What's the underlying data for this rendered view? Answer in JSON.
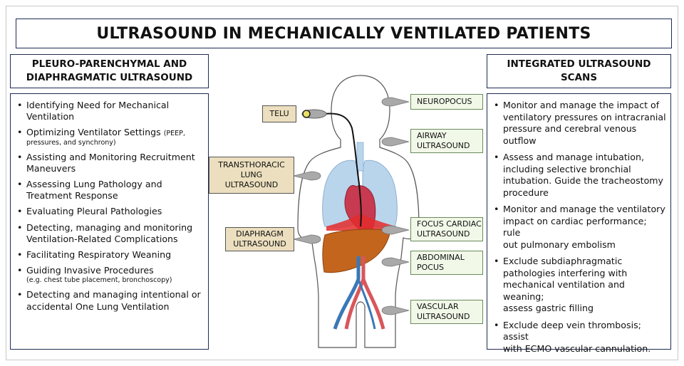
{
  "title": "ULTRASOUND IN MECHANICALLY VENTILATED PATIENTS",
  "left_panel": {
    "heading_lines": [
      "PLEURO-PARENCHYMAL AND",
      "DIAPHRAGMATIC ULTRASOUND"
    ],
    "items": [
      {
        "lines": [
          "Identifying Need for Mechanical",
          "Ventilation"
        ]
      },
      {
        "lines": [
          "Optimizing Ventilator Settings"
        ],
        "note": "(PEEP,",
        "note2": "pressures, and synchrony)"
      },
      {
        "lines": [
          "Assisting and Monitoring Recruitment",
          "Maneuvers"
        ]
      },
      {
        "lines": [
          "Assessing Lung Pathology and",
          "Treatment Response"
        ]
      },
      {
        "lines": [
          "Evaluating Pleural Pathologies"
        ]
      },
      {
        "lines": [
          "Detecting, managing and monitoring",
          "Ventilation-Related Complications"
        ]
      },
      {
        "lines": [
          "Facilitating Respiratory Weaning"
        ]
      },
      {
        "lines": [
          "Guiding Invasive Procedures"
        ],
        "note2": "(e.g. chest tube placement, bronchoscopy)"
      },
      {
        "lines": [
          "Detecting and managing intentional or",
          "accidental One Lung Ventilation"
        ]
      }
    ]
  },
  "right_panel": {
    "heading_lines": [
      "INTEGRATED ULTRASOUND",
      "SCANS"
    ],
    "items": [
      {
        "lines": [
          "Monitor and manage the impact of",
          "ventilatory pressures on intracranial",
          "pressure and cerebral venous",
          "outflow"
        ]
      },
      {
        "lines": [
          "Assess and manage intubation,",
          "including selective bronchial",
          "intubation. Guide the tracheostomy",
          "procedure"
        ]
      },
      {
        "lines": [
          "Monitor and manage the ventilatory",
          "impact on cardiac performance; rule",
          "out pulmonary embolism"
        ]
      },
      {
        "lines": [
          "Exclude subdiaphragmatic",
          "pathologies interfering with",
          "mechanical ventilation and weaning;",
          "assess gastric filling"
        ]
      },
      {
        "lines": [
          "Exclude deep vein thrombosis; assist",
          "with ECMO vascular cannulation."
        ]
      }
    ]
  },
  "diagram_labels": {
    "telu": [
      "TELU"
    ],
    "transthoracic": [
      "TRANSTHORACIC",
      "LUNG",
      "ULTRASOUND"
    ],
    "diaphragm": [
      "DIAPHRAGM",
      "ULTRASOUND"
    ],
    "neuropocus": [
      "NEUROPOCUS"
    ],
    "airway": [
      "AIRWAY",
      "ULTRASOUND"
    ],
    "focus_cardiac": [
      "FOCUS CARDIAC",
      "ULTRASOUND"
    ],
    "abdominal": [
      "ABDOMINAL",
      "POCUS"
    ],
    "vascular": [
      "VASCULAR",
      "ULTRASOUND"
    ]
  },
  "colors": {
    "border": "#1f2b55",
    "tan_label": "#ecdfbf",
    "green_label": "#f1f8e8",
    "lung": "#b9d5ec",
    "heart": "#c83a4f",
    "liver": "#c4651e",
    "artery": "#d9565a",
    "vein": "#3a78b8",
    "probe": "#a9a9a9"
  }
}
